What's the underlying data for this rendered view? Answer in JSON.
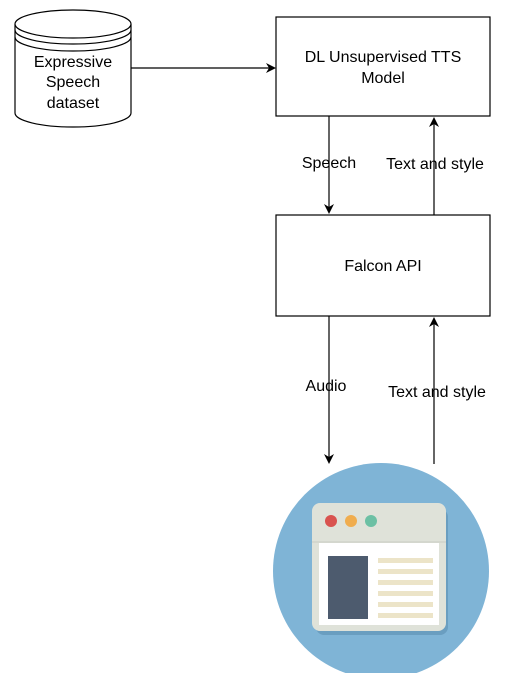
{
  "nodes": {
    "dataset": {
      "lines": [
        "Expressive",
        "Speech",
        "dataset"
      ]
    },
    "tts_model": {
      "lines": [
        "DL Unsupervised TTS",
        "Model"
      ]
    },
    "falcon_api": {
      "lines": [
        "Falcon API"
      ]
    },
    "browser_icon": {
      "icon": "browser-window-icon"
    }
  },
  "edges": {
    "speech": "Speech",
    "text_style_upper": "Text and style",
    "audio": "Audio",
    "text_style_lower": "Text and style"
  },
  "colors": {
    "stroke": "#000000",
    "circle": "#7fb4d6",
    "window_frame": "#dfe2d9",
    "window_body": "#ffffff",
    "window_sidebar": "#4d5b6e",
    "window_lines": "#e9e2cc",
    "dot_red": "#d9534f",
    "dot_orange": "#f0ad4e",
    "dot_green": "#5cb85c"
  }
}
